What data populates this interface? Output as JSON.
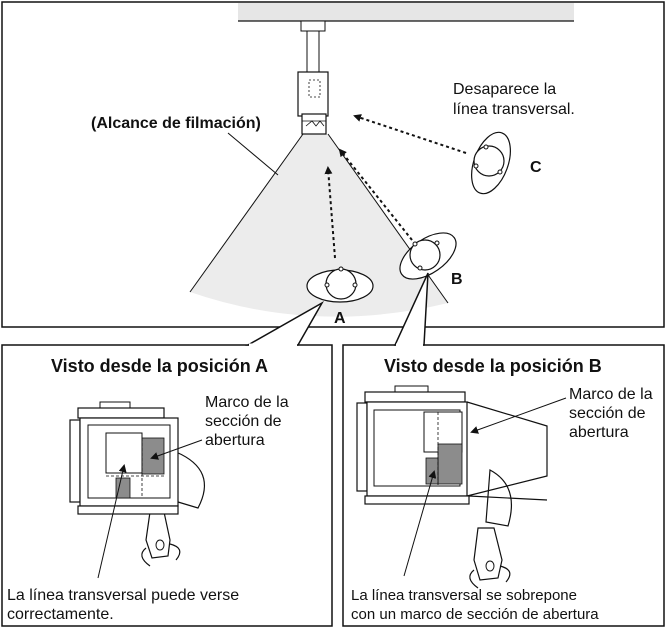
{
  "top": {
    "range_label": "(Alcance de filmación)",
    "c_note_line1": "Desaparece la",
    "c_note_line2": "línea transversal.",
    "pos_a": "A",
    "pos_b": "B",
    "pos_c": "C"
  },
  "panel_a": {
    "title": "Visto desde la posición A",
    "frame_line1": "Marco de la",
    "frame_line2": "sección de",
    "frame_line3": "abertura",
    "caption_line1": "La línea transversal puede verse",
    "caption_line2": "correctamente."
  },
  "panel_b": {
    "title": "Visto desde la posición B",
    "frame_line1": "Marco de la",
    "frame_line2": "sección de",
    "frame_line3": "abertura",
    "caption_line1": "La línea transversal se sobrepone",
    "caption_line2": "con un marco de sección de abertura"
  }
}
